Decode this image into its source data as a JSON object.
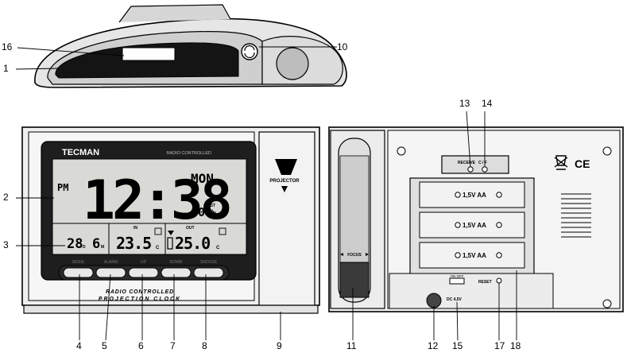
{
  "brand": "TECMAN",
  "display": {
    "header_text": "RADIO CONTROLLED",
    "ampm": "PM",
    "time": "12:38",
    "weekday": "MON",
    "seconds": "00",
    "dst": "DST",
    "date_day": "28",
    "date_month": "6",
    "day_marker": "D",
    "month_marker": "M",
    "in_label": "IN",
    "out_label": "OUT",
    "indoor_temp": "23.5",
    "outdoor_temp": "25.0",
    "temp_unit": "C"
  },
  "buttons": [
    "MODE",
    "ALARM",
    "UP",
    "DOWN",
    "SNOOZE"
  ],
  "front_text_line1": "RADIO CONTROLLED",
  "front_text_line2": "PROJECTION CLOCK",
  "projector_label": "PROJECTOR",
  "focus_label": "FOCUS",
  "back": {
    "receive_label": "RECEIVE",
    "unit_switch_label": "C / F",
    "battery_label": "1,5V AA",
    "on_off_label": "ON OFF",
    "dc_label": "DC 4,5V",
    "reset_label": "RESET"
  },
  "callouts": [
    "1",
    "2",
    "3",
    "4",
    "5",
    "6",
    "7",
    "8",
    "9",
    "10",
    "11",
    "12",
    "13",
    "14",
    "15",
    "16",
    "17",
    "18"
  ]
}
